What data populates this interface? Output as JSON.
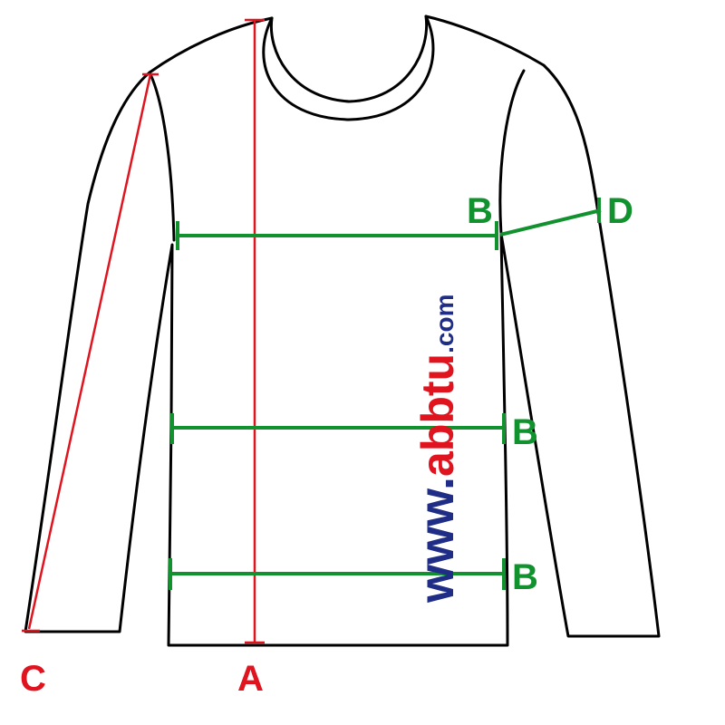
{
  "labels": {
    "length": "A",
    "chest": "B",
    "waist": "B",
    "hem": "B",
    "sleeve": "C",
    "armhole": "D"
  },
  "watermark": {
    "prefix": "www.",
    "name": "abbtu",
    "suffix": ".com"
  },
  "colors": {
    "outline": "#000000",
    "red_measure": "#e0141e",
    "green_measure": "#11922f",
    "watermark_blue": "#1f2d86",
    "watermark_red": "#e0141e"
  }
}
